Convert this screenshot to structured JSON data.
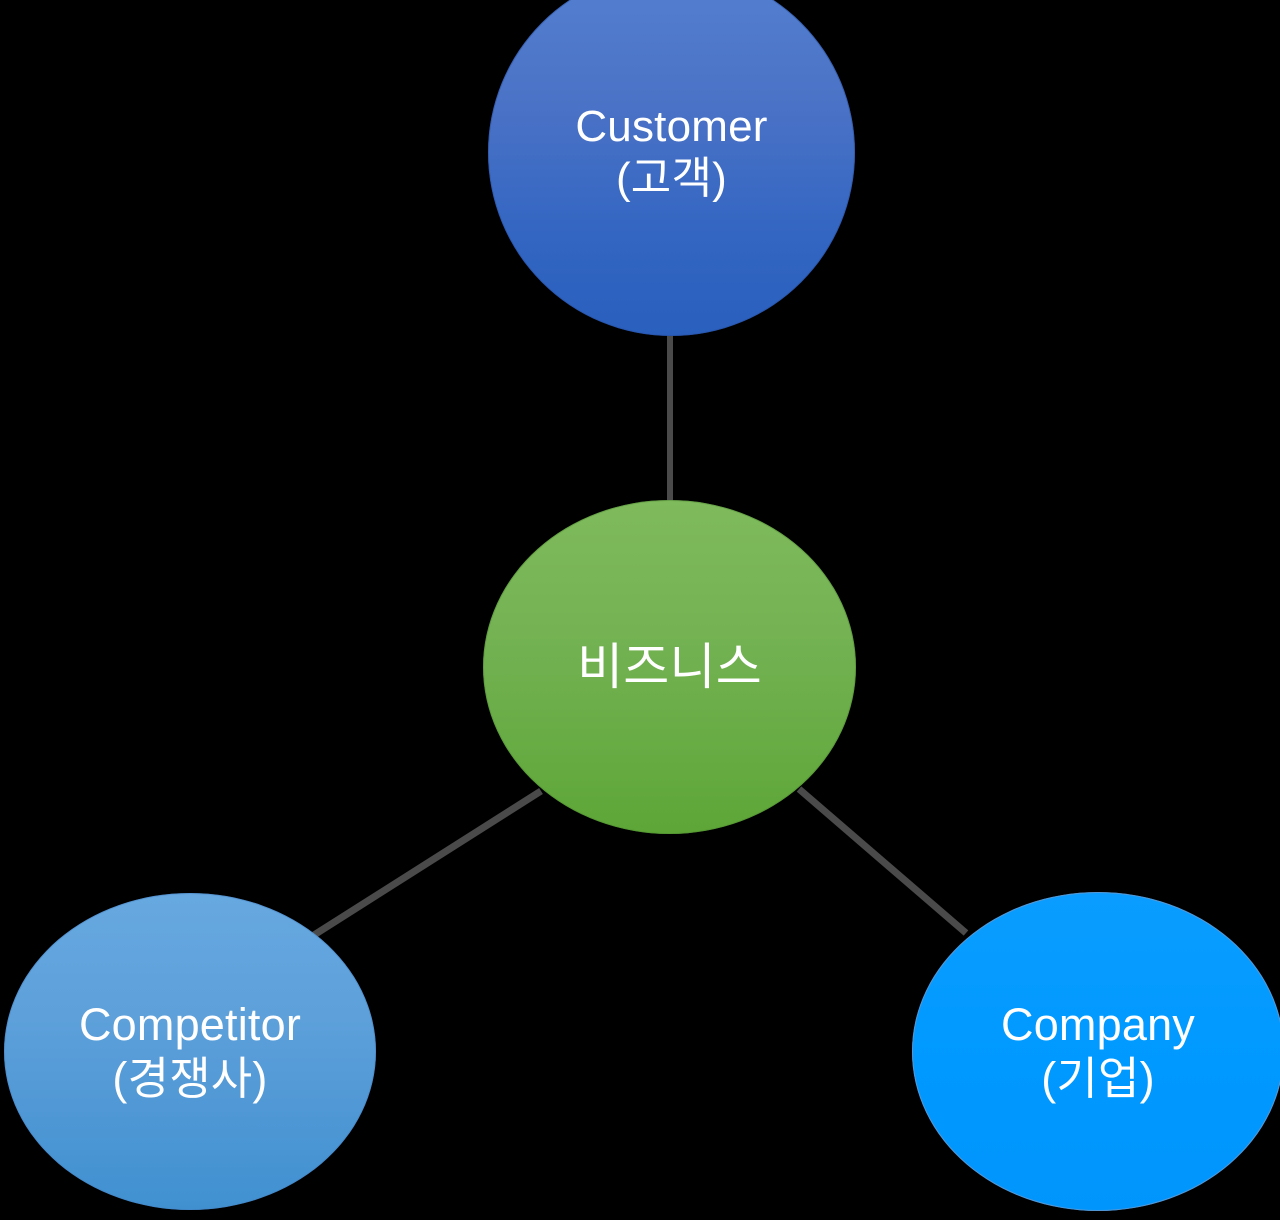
{
  "diagram": {
    "title_hidden": "",
    "background_color": "#000000",
    "connector_color": "#4A4A4A",
    "nodes": [
      {
        "id": "customer",
        "label": "Customer\n(고객)",
        "name_en": "Customer",
        "name_ko": "(고객)",
        "color": "#3366C2",
        "role": "spoke"
      },
      {
        "id": "business",
        "label": "비즈니스",
        "name_en": "",
        "name_ko": "비즈니스",
        "color": "#6DAF4A",
        "role": "hub"
      },
      {
        "id": "competitor",
        "label": "Competitor\n(경쟁사)",
        "name_en": "Competitor",
        "name_ko": "(경쟁사)",
        "color": "#4E97D5",
        "role": "spoke"
      },
      {
        "id": "company",
        "label": "Company\n(기업)",
        "name_en": "Company",
        "name_ko": "(기업)",
        "color": "#0099FF",
        "role": "spoke"
      }
    ],
    "connections": [
      {
        "from": "business",
        "to": "customer"
      },
      {
        "from": "business",
        "to": "competitor"
      },
      {
        "from": "business",
        "to": "company"
      }
    ]
  }
}
